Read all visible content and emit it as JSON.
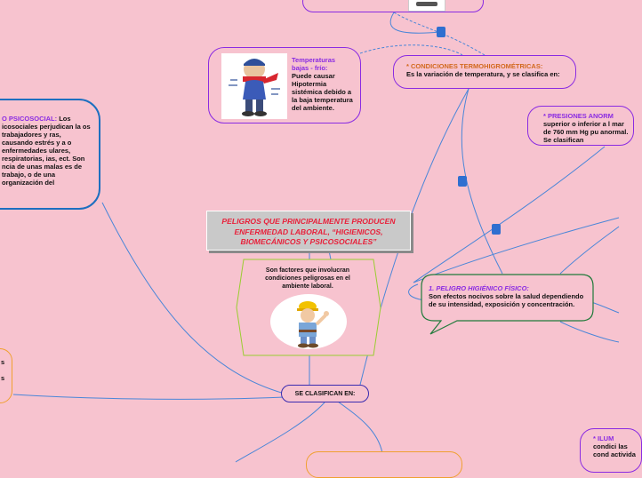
{
  "title": "PELIGROS QUE PRINCIPALMENTE PRODUCEN ENFERMEDAD LABORAL, “HIGIENICOS, BIOMECÁNICOS Y PSICOSOCIALES”",
  "hexagon_text": "Son factores que involucran condiciones peligrosas en el ambiente laboral.",
  "se_clasifican": "SE CLASIFICAN EN:",
  "temperatura": {
    "label": "Temperaturas bajas - frío:",
    "text": "Puede causar Hipotermia sistémica debido a la baja temperatura del ambiente."
  },
  "termohigrometricas": {
    "label": "* CONDICIONES TERMOHIGROMÉTRICAS:",
    "text": "Es la variación de temperatura, y se clasifica en:"
  },
  "presiones": {
    "label": "* PRESIONES ANORM",
    "text": "superior o inferior a l mar de 760 mm Hg pu anormal. Se clasifican"
  },
  "psicosocial": {
    "label": "O PSICOSOCIAL:",
    "label_tail": "Los",
    "text": "icosociales perjudican la os trabajadores y ras, causando estrés y a o enfermedades ulares, respiratorias, ias, ect. Son ncia de unas malas es de trabajo, o de una organización del"
  },
  "higienico": {
    "label": "1. PELIGRO HIGIÉNICO FÍSICO:",
    "text": "Son efectos nocivos sobre la salud dependiendo de su intensidad, exposición y concentración."
  },
  "left_orange": {
    "line1": "s",
    "line2": "s"
  },
  "iluminacion": {
    "label": "* ILUM",
    "text": "condici las cond activida"
  },
  "icons": [
    "cold-man-illustration",
    "construction-worker-illustration",
    "link-marker-icon"
  ],
  "colors": {
    "background": "#f7c3cf",
    "purple": "#8a2be2",
    "blue_border": "#1d6fc0",
    "green_border": "#1f7a3a",
    "orange_border": "#f0a030",
    "title_red": "#e8213b",
    "link": "#3f7fd6"
  }
}
